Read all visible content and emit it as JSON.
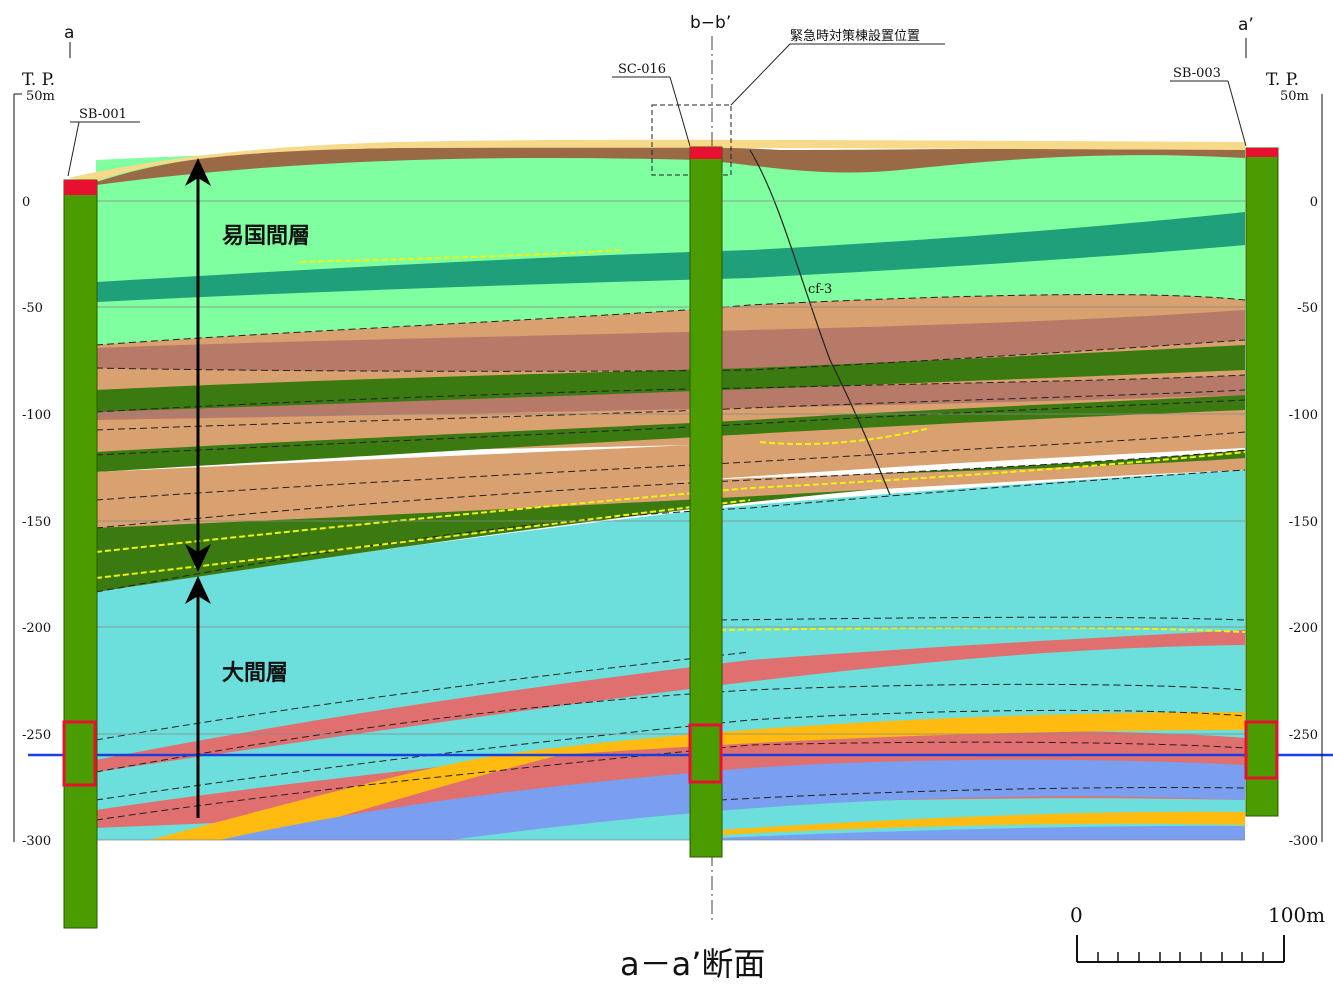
{
  "section": {
    "left_end_label": "a",
    "right_end_label": "a’",
    "center_line_label": "b−b’",
    "title": "a－a’断面"
  },
  "axis": {
    "tp_label": "T. P.",
    "top_unit_label": "50m",
    "ticks_left": [
      "0",
      "-50",
      "-100",
      "-150",
      "-200",
      "-250",
      "-300"
    ],
    "ticks_right": [
      "0",
      "-50",
      "-100",
      "-150",
      "-200",
      "-250",
      "-300"
    ]
  },
  "boreholes": [
    {
      "id": "SB-001"
    },
    {
      "id": "SC-016"
    },
    {
      "id": "SB-003"
    }
  ],
  "annotations": {
    "facility_label": "緊急時対策棟設置位置",
    "fault_label": "cf-3",
    "upper_formation": "易国間層",
    "lower_formation": "大間層"
  },
  "scale_bar": {
    "start_label": "0",
    "end_label": "100m"
  },
  "colors": {
    "surface_fill": "#f7d98a",
    "topsoil_brown": "#9a6a46",
    "light_green": "#7fff9f",
    "teal": "#1f9f7a",
    "tan": "#d9a070",
    "mauve": "#b87a68",
    "dark_green": "#3a7a10",
    "cyan": "#6cdedb",
    "salmon": "#e07070",
    "orange": "#ffbb10",
    "blue": "#7a9ef0",
    "borehole_green": "#4a9c00",
    "borehole_red": "#e81030",
    "water_line": "#1a3fe0"
  }
}
